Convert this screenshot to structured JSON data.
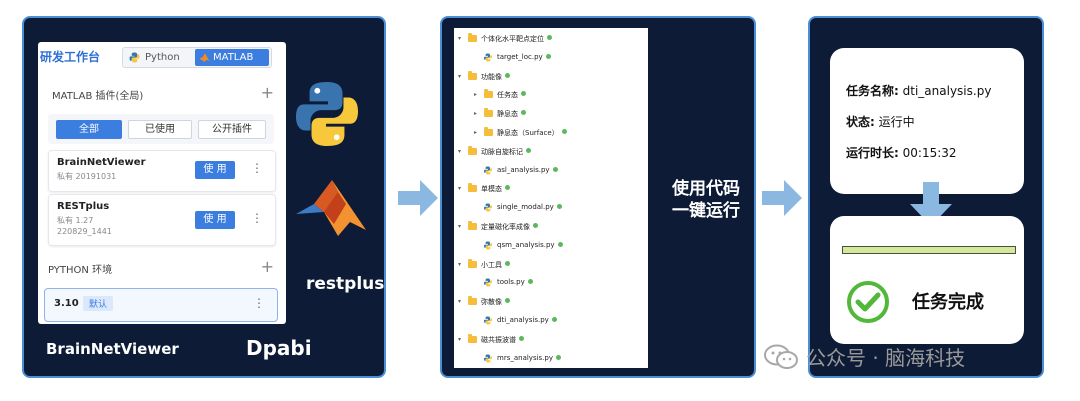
{
  "panel1": {
    "title": "研发工作台",
    "lang_python": "Python",
    "lang_matlab": "MATLAB",
    "matlab_section": "MATLAB 插件(全局)",
    "plus": "+",
    "filters": [
      "全部",
      "已使用",
      "公开插件"
    ],
    "plugins": [
      {
        "name": "BrainNetViewer",
        "meta": [
          "私有 20191031"
        ],
        "action": "使 用",
        "more": "⋮"
      },
      {
        "name": "RESTplus",
        "meta": [
          "私有 1.27",
          "220829_1441"
        ],
        "action": "使 用",
        "more": "⋮"
      }
    ],
    "python_section": "PYTHON 环境",
    "env_version": "3.10",
    "env_default": "默认",
    "env_more": "⋮",
    "label_restplus": "restplus",
    "label_brainnet": "BrainNetViewer",
    "label_dpabi": "Dpabi"
  },
  "panel2": {
    "tree": [
      {
        "label": "个体化水平靶点定位",
        "type": "folder",
        "level": 0,
        "expanded": true
      },
      {
        "label": "target_loc.py",
        "type": "file",
        "level": 1
      },
      {
        "label": "功能像",
        "type": "folder",
        "level": 0,
        "expanded": true
      },
      {
        "label": "任务态",
        "type": "folder",
        "level": 1,
        "expanded": false
      },
      {
        "label": "静息态",
        "type": "folder",
        "level": 1,
        "expanded": false
      },
      {
        "label": "静息态（Surface）",
        "type": "folder",
        "level": 1,
        "expanded": false
      },
      {
        "label": "动脉自旋标记",
        "type": "folder",
        "level": 0,
        "expanded": true
      },
      {
        "label": "asl_analysis.py",
        "type": "file",
        "level": 1
      },
      {
        "label": "单模态",
        "type": "folder",
        "level": 0,
        "expanded": true
      },
      {
        "label": "single_modal.py",
        "type": "file",
        "level": 1
      },
      {
        "label": "定量磁化率成像",
        "type": "folder",
        "level": 0,
        "expanded": true
      },
      {
        "label": "qsm_analysis.py",
        "type": "file",
        "level": 1
      },
      {
        "label": "小工具",
        "type": "folder",
        "level": 0,
        "expanded": true
      },
      {
        "label": "tools.py",
        "type": "file",
        "level": 1
      },
      {
        "label": "弥散像",
        "type": "folder",
        "level": 0,
        "expanded": true
      },
      {
        "label": "dti_analysis.py",
        "type": "file",
        "level": 1
      },
      {
        "label": "磁共振波谱",
        "type": "folder",
        "level": 0,
        "expanded": true
      },
      {
        "label": "mrs_analysis.py",
        "type": "file",
        "level": 1
      }
    ],
    "caption_line1": "使用代码",
    "caption_line2": "一键运行"
  },
  "panel3": {
    "task_name_label": "任务名称:",
    "task_name_value": "dti_analysis.py",
    "status_label": "状态:",
    "status_value": "运行中",
    "duration_label": "运行时长:",
    "duration_value": "00:15:32",
    "done_text": "任务完成",
    "progress": 1.0
  },
  "watermark": "公众号 · 脑海科技",
  "colors": {
    "panel_bg": "#0d1b36",
    "panel_border": "#4a8fd8",
    "accent_blue": "#3c7de0",
    "arrow": "#8bb8e0",
    "check_green": "#52b83a",
    "progress_fill": "#d6e69f"
  }
}
